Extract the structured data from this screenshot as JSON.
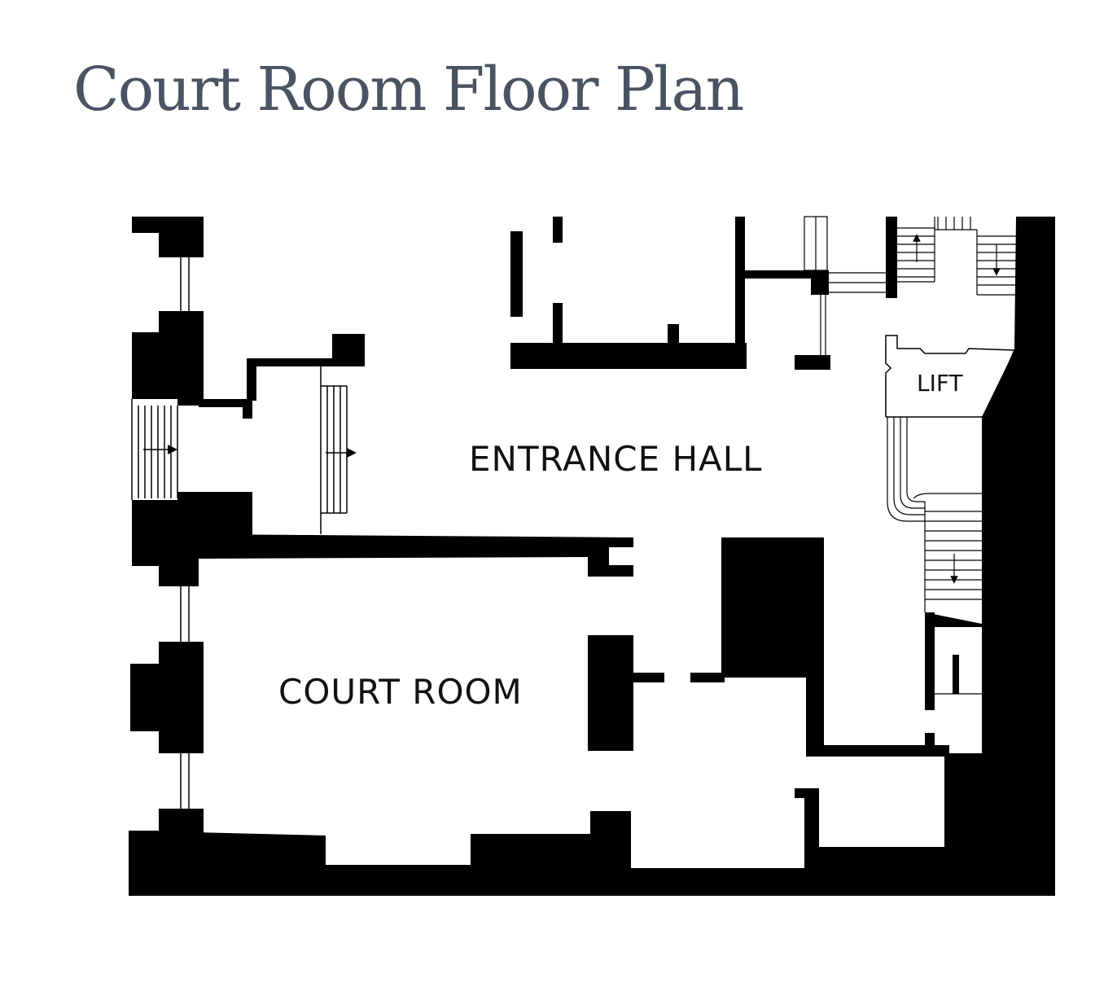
{
  "page": {
    "title": "Court Room Floor Plan",
    "title_color": "#4a5361"
  },
  "plan": {
    "wall_color": "#000000",
    "background": "#ffffff",
    "rooms": {
      "entrance_hall": "ENTRANCE HALL",
      "court_room": "COURT ROOM",
      "lift": "LIFT"
    }
  }
}
